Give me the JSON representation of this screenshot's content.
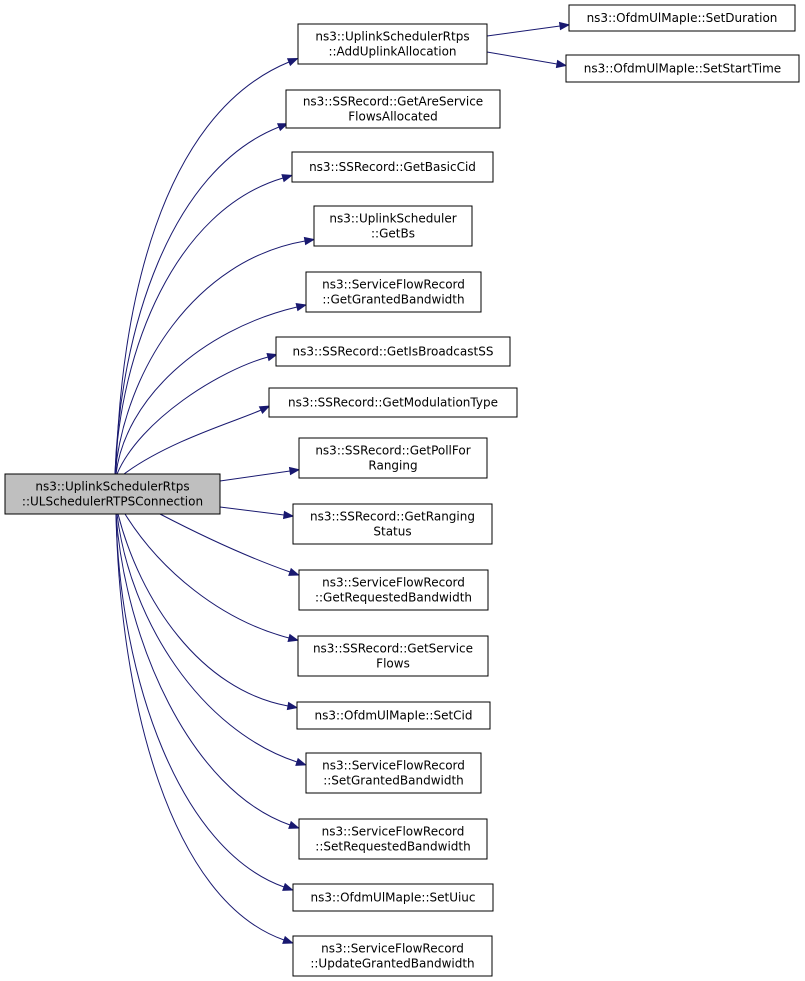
{
  "diagram": {
    "edge_color": "#191970",
    "root_fill": "#bfbfbf",
    "root": {
      "id": "root",
      "lines": [
        "ns3::UplinkSchedulerRtps",
        "::ULSchedulerRTPSConnection"
      ]
    },
    "nodes": [
      {
        "id": "n1",
        "lines": [
          "ns3::UplinkSchedulerRtps",
          "::AddUplinkAllocation"
        ]
      },
      {
        "id": "n2",
        "lines": [
          "ns3::SSRecord::GetAreService",
          "FlowsAllocated"
        ]
      },
      {
        "id": "n3",
        "lines": [
          "ns3::SSRecord::GetBasicCid"
        ]
      },
      {
        "id": "n4",
        "lines": [
          "ns3::UplinkScheduler",
          "::GetBs"
        ]
      },
      {
        "id": "n5",
        "lines": [
          "ns3::ServiceFlowRecord",
          "::GetGrantedBandwidth"
        ]
      },
      {
        "id": "n6",
        "lines": [
          "ns3::SSRecord::GetIsBroadcastSS"
        ]
      },
      {
        "id": "n7",
        "lines": [
          "ns3::SSRecord::GetModulationType"
        ]
      },
      {
        "id": "n8",
        "lines": [
          "ns3::SSRecord::GetPollFor",
          "Ranging"
        ]
      },
      {
        "id": "n9",
        "lines": [
          "ns3::SSRecord::GetRanging",
          "Status"
        ]
      },
      {
        "id": "n10",
        "lines": [
          "ns3::ServiceFlowRecord",
          "::GetRequestedBandwidth"
        ]
      },
      {
        "id": "n11",
        "lines": [
          "ns3::SSRecord::GetService",
          "Flows"
        ]
      },
      {
        "id": "n12",
        "lines": [
          "ns3::OfdmUlMapIe::SetCid"
        ]
      },
      {
        "id": "n13",
        "lines": [
          "ns3::ServiceFlowRecord",
          "::SetGrantedBandwidth"
        ]
      },
      {
        "id": "n14",
        "lines": [
          "ns3::ServiceFlowRecord",
          "::SetRequestedBandwidth"
        ]
      },
      {
        "id": "n15",
        "lines": [
          "ns3::OfdmUlMapIe::SetUiuc"
        ]
      },
      {
        "id": "n16",
        "lines": [
          "ns3::ServiceFlowRecord",
          "::UpdateGrantedBandwidth"
        ]
      },
      {
        "id": "n17",
        "lines": [
          "ns3::OfdmUlMapIe::SetDuration"
        ]
      },
      {
        "id": "n18",
        "lines": [
          "ns3::OfdmUlMapIe::SetStartTime"
        ]
      }
    ],
    "edges": [
      {
        "from": "root",
        "to": "n1"
      },
      {
        "from": "root",
        "to": "n2"
      },
      {
        "from": "root",
        "to": "n3"
      },
      {
        "from": "root",
        "to": "n4"
      },
      {
        "from": "root",
        "to": "n5"
      },
      {
        "from": "root",
        "to": "n6"
      },
      {
        "from": "root",
        "to": "n7"
      },
      {
        "from": "root",
        "to": "n8"
      },
      {
        "from": "root",
        "to": "n9"
      },
      {
        "from": "root",
        "to": "n10"
      },
      {
        "from": "root",
        "to": "n11"
      },
      {
        "from": "root",
        "to": "n12"
      },
      {
        "from": "root",
        "to": "n13"
      },
      {
        "from": "root",
        "to": "n14"
      },
      {
        "from": "root",
        "to": "n15"
      },
      {
        "from": "root",
        "to": "n16"
      },
      {
        "from": "n1",
        "to": "n17"
      },
      {
        "from": "n1",
        "to": "n18"
      }
    ]
  }
}
